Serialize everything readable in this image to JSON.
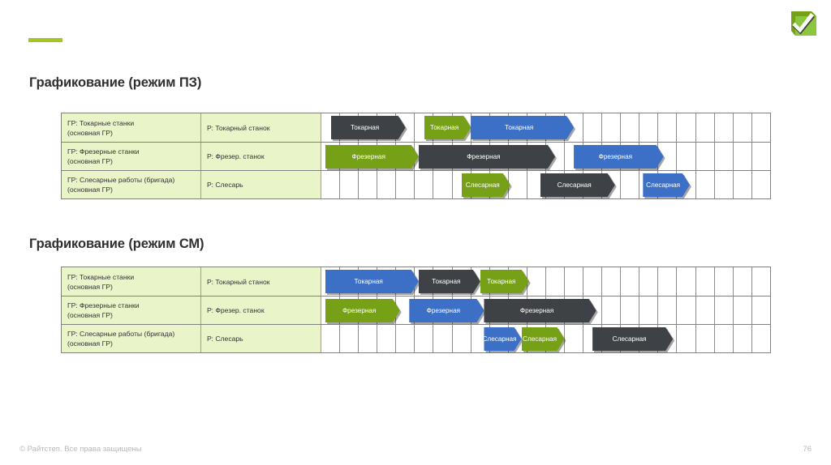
{
  "slide": {
    "page_number": "76",
    "copyright": "© Райтстеп. Все права защищены",
    "accent_color": "#a5c520",
    "logo_icon": "green-checkmark-logo"
  },
  "colors": {
    "dark": "#3e4246",
    "green": "#76a016",
    "blue": "#3c70c6",
    "row_label_bg": "#e9f4c8",
    "grid_line": "#8d8d8d"
  },
  "sections": [
    {
      "id": "pz",
      "title": "Графикование (режим ПЗ)",
      "columns": 24,
      "rows": [
        {
          "group": "ГР: Токарные станки",
          "group_sub": "(основная ГР)",
          "resource": "Р: Токарный станок",
          "bars": [
            {
              "label": "Токарная",
              "color": "dark",
              "start": 0.5,
              "span": 4.0
            },
            {
              "label": "Токарная",
              "color": "green",
              "start": 5.5,
              "span": 2.5
            },
            {
              "label": "Токарная",
              "color": "blue",
              "start": 8.0,
              "span": 5.5
            }
          ]
        },
        {
          "group": "ГР: Фрезерные станки",
          "group_sub": "(основная ГР)",
          "resource": "Р: Фрезер. станок",
          "bars": [
            {
              "label": "Фрезерная",
              "color": "green",
              "start": 0.2,
              "span": 5.0
            },
            {
              "label": "Фрезерная",
              "color": "dark",
              "start": 5.2,
              "span": 7.3
            },
            {
              "label": "Фрезерная",
              "color": "blue",
              "start": 13.5,
              "span": 4.8
            }
          ]
        },
        {
          "group": "ГР: Слесарные работы (бригада)",
          "group_sub": "(основная ГР)",
          "resource": "Р: Слесарь",
          "bars": [
            {
              "label": "Слесарная",
              "color": "green",
              "start": 7.5,
              "span": 2.6
            },
            {
              "label": "Слесарная",
              "color": "dark",
              "start": 11.7,
              "span": 4.0
            },
            {
              "label": "Слесарная",
              "color": "blue",
              "start": 17.2,
              "span": 2.5
            }
          ]
        }
      ]
    },
    {
      "id": "sm",
      "title": "Графикование (режим СМ)",
      "columns": 24,
      "rows": [
        {
          "group": "ГР: Токарные станки",
          "group_sub": "(основная ГР)",
          "resource": "Р: Токарный станок",
          "bars": [
            {
              "label": "Токарная",
              "color": "blue",
              "start": 0.2,
              "span": 5.0
            },
            {
              "label": "Токарная",
              "color": "dark",
              "start": 5.2,
              "span": 3.3
            },
            {
              "label": "Токарная",
              "color": "green",
              "start": 8.5,
              "span": 2.6
            }
          ]
        },
        {
          "group": "ГР: Фрезерные станки",
          "group_sub": "(основная ГР)",
          "resource": "Р: Фрезер. станок",
          "bars": [
            {
              "label": "Фрезерная",
              "color": "green",
              "start": 0.2,
              "span": 4.0
            },
            {
              "label": "Фрезерная",
              "color": "blue",
              "start": 4.7,
              "span": 4.0
            },
            {
              "label": "Фрезерная",
              "color": "dark",
              "start": 8.7,
              "span": 6.0
            }
          ]
        },
        {
          "group": "ГР: Слесарные работы (бригада)",
          "group_sub": "(основная ГР)",
          "resource": "Р: Слесарь",
          "bars": [
            {
              "label": "Слесарная",
              "color": "blue",
              "start": 8.7,
              "span": 2.0
            },
            {
              "label": "Слесарная",
              "color": "green",
              "start": 10.7,
              "span": 2.3
            },
            {
              "label": "Слесарная",
              "color": "dark",
              "start": 14.5,
              "span": 4.3
            }
          ]
        }
      ]
    }
  ]
}
